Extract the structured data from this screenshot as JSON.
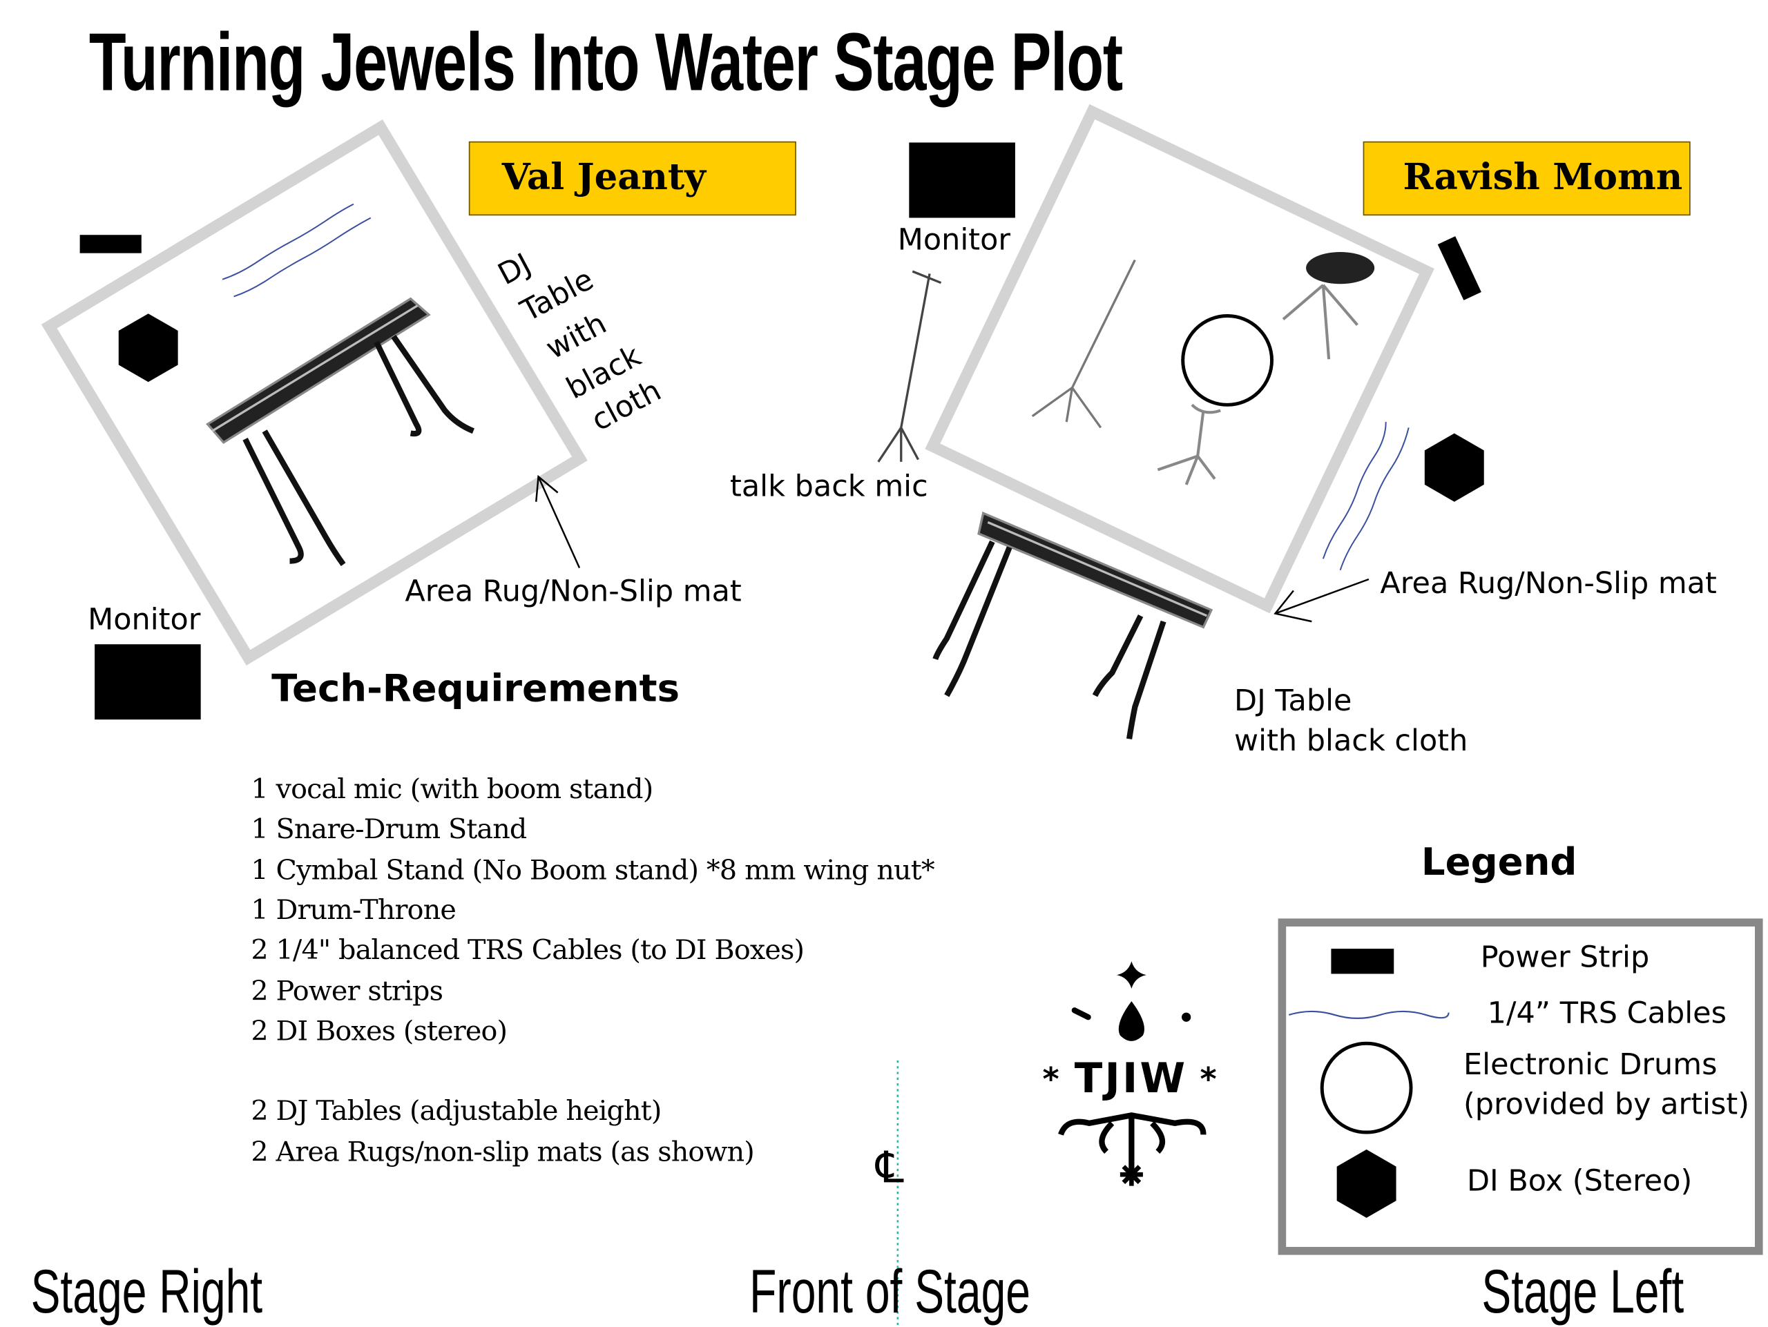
{
  "title": "Turning Jewels Into Water Stage Plot",
  "performers": {
    "left": "Val Jeanty",
    "right": "Ravish Momn"
  },
  "labels": {
    "dj_table_rotated": [
      "DJ",
      "Table",
      "with",
      "black",
      "cloth"
    ],
    "monitor_top": "Monitor",
    "monitor_left": "Monitor",
    "talk_back_mic": "talk back mic",
    "area_rug_left": "Area Rug/Non-Slip mat",
    "area_rug_right": "Area Rug/Non-Slip mat",
    "dj_table_right_line1": "DJ Table",
    "dj_table_right_line2": "with black cloth"
  },
  "tech": {
    "heading": "Tech-Requirements",
    "items": [
      "1 vocal mic (with boom stand)",
      "1 Snare-Drum Stand",
      "1 Cymbal Stand (No Boom stand)  *8 mm wing nut*",
      "1 Drum-Throne",
      "2  1/4\" balanced TRS Cables (to DI Boxes)",
      "2 Power strips",
      "2 DI Boxes (stereo)",
      "2 DJ Tables (adjustable height)",
      "2 Area Rugs/non-slip mats (as shown)"
    ]
  },
  "legend": {
    "heading": "Legend",
    "power_strip": "Power Strip",
    "trs_cables": "1/4” TRS Cables",
    "drums_line1": "Electronic Drums",
    "drums_line2": "(provided by artist)",
    "di_box": "DI Box (Stereo)"
  },
  "logo_text": "TJIW",
  "centerline_symbol": "℄",
  "stage_directions": {
    "right": "Stage Right",
    "front": "Front of Stage",
    "left": "Stage Left"
  },
  "colors": {
    "performer_box": "#FFCC00",
    "rug": "#d3d3d3",
    "cable": "#3a4fa0",
    "centerline": "#2bb3a0",
    "legend_border": "#888888"
  }
}
